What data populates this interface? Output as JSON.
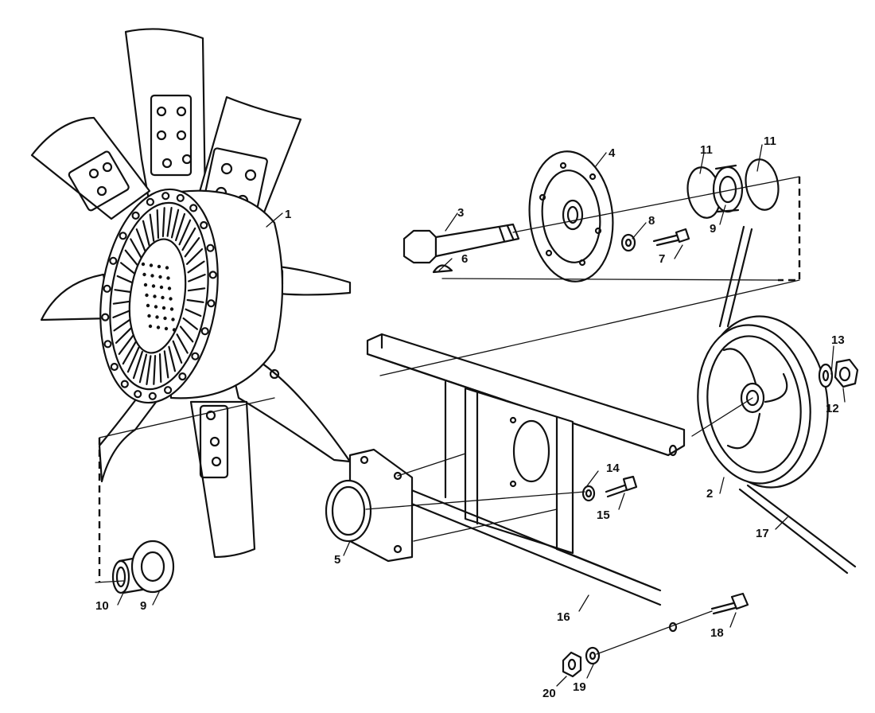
{
  "callouts": {
    "c1": "1",
    "c2": "2",
    "c3": "3",
    "c4": "4",
    "c5": "5",
    "c6": "6",
    "c7": "7",
    "c8": "8",
    "c9a": "9",
    "c9b": "9",
    "c10": "10",
    "c11a": "11",
    "c11b": "11",
    "c12": "12",
    "c13": "13",
    "c14": "14",
    "c15": "15",
    "c16": "16",
    "c17": "17",
    "c18": "18",
    "c19": "19",
    "c20": "20"
  }
}
